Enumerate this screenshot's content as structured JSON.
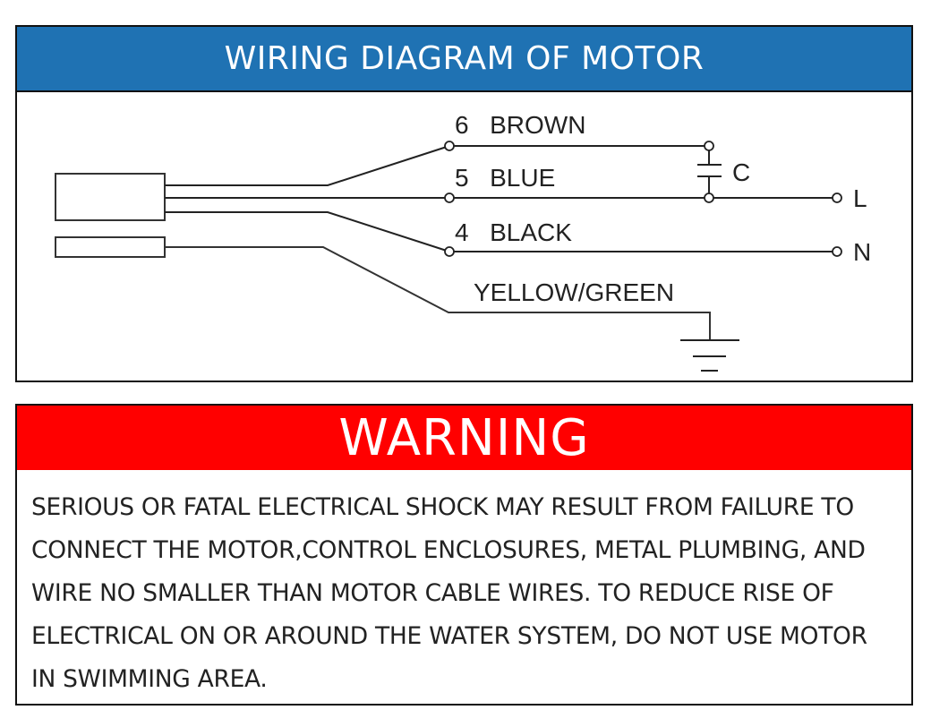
{
  "diagram": {
    "title": "WIRING DIAGRAM OF MOTOR",
    "wires": {
      "brown": "6  BROWN",
      "blue": "5  BLUE",
      "black": "4  BLACK",
      "ground": "YELLOW/GREEN"
    },
    "capacitor_label": "C",
    "terminal_line": "L",
    "terminal_neutral": "N"
  },
  "warning": {
    "title": "WARNING",
    "lines": [
      "SERIOUS OR FATAL ELECTRICAL SHOCK MAY RESULT FROM FAILURE TO",
      "CONNECT THE MOTOR,CONTROL ENCLOSURES, METAL PLUMBING, AND",
      "WIRE NO SMALLER THAN MOTOR CABLE WIRES. TO REDUCE RISE OF",
      "ELECTRICAL ON OR AROUND THE WATER SYSTEM, DO NOT USE MOTOR",
      "IN SWIMMING AREA."
    ]
  },
  "colors": {
    "header_blue": "#1f72b3",
    "warning_red": "#ff0000"
  }
}
